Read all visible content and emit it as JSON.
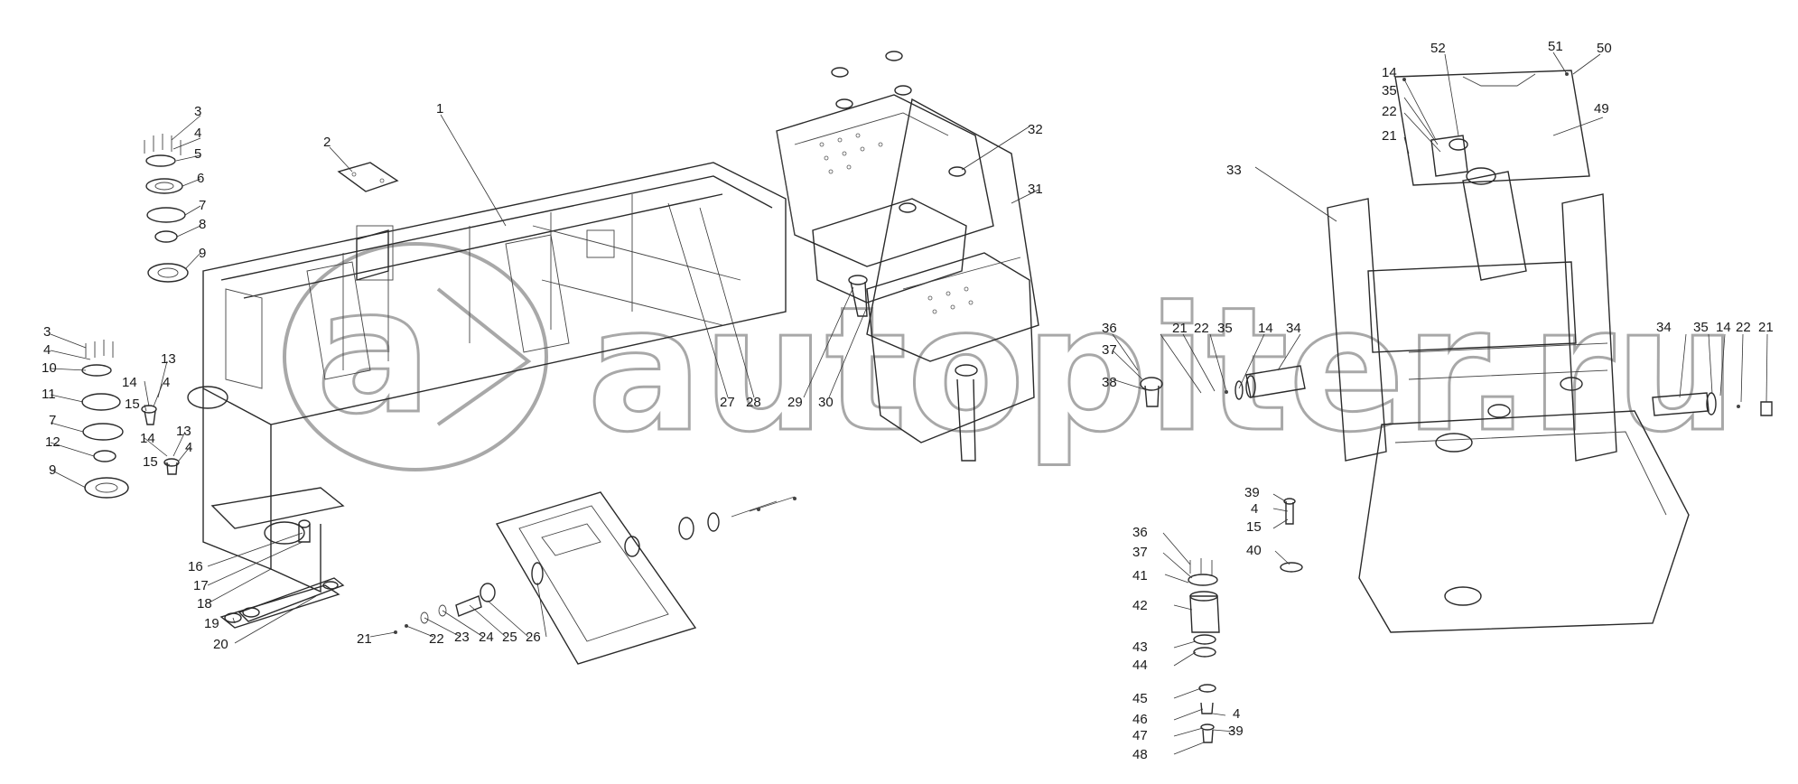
{
  "watermark": {
    "text": "autopiter.ru"
  },
  "callouts": [
    {
      "id": "c1",
      "label": "1"
    },
    {
      "id": "c2",
      "label": "2"
    },
    {
      "id": "c3a",
      "label": "3"
    },
    {
      "id": "c4a",
      "label": "4"
    },
    {
      "id": "c5",
      "label": "5"
    },
    {
      "id": "c6",
      "label": "6"
    },
    {
      "id": "c7a",
      "label": "7"
    },
    {
      "id": "c8",
      "label": "8"
    },
    {
      "id": "c9a",
      "label": "9"
    },
    {
      "id": "c3b",
      "label": "3"
    },
    {
      "id": "c4b",
      "label": "4"
    },
    {
      "id": "c10",
      "label": "10"
    },
    {
      "id": "c11",
      "label": "11"
    },
    {
      "id": "c7b",
      "label": "7"
    },
    {
      "id": "c12",
      "label": "12"
    },
    {
      "id": "c9b",
      "label": "9"
    },
    {
      "id": "c13a",
      "label": "13"
    },
    {
      "id": "c14a",
      "label": "14"
    },
    {
      "id": "c4c",
      "label": "4"
    },
    {
      "id": "c15a",
      "label": "15"
    },
    {
      "id": "c14b",
      "label": "14"
    },
    {
      "id": "c13b",
      "label": "13"
    },
    {
      "id": "c4d",
      "label": "4"
    },
    {
      "id": "c15b",
      "label": "15"
    },
    {
      "id": "c16",
      "label": "16"
    },
    {
      "id": "c17",
      "label": "17"
    },
    {
      "id": "c18",
      "label": "18"
    },
    {
      "id": "c19",
      "label": "19"
    },
    {
      "id": "c20",
      "label": "20"
    },
    {
      "id": "c21a",
      "label": "21"
    },
    {
      "id": "c22a",
      "label": "22"
    },
    {
      "id": "c23",
      "label": "23"
    },
    {
      "id": "c24",
      "label": "24"
    },
    {
      "id": "c25",
      "label": "25"
    },
    {
      "id": "c26",
      "label": "26"
    },
    {
      "id": "c27",
      "label": "27"
    },
    {
      "id": "c28",
      "label": "28"
    },
    {
      "id": "c29",
      "label": "29"
    },
    {
      "id": "c30",
      "label": "30"
    },
    {
      "id": "c31",
      "label": "31"
    },
    {
      "id": "c32",
      "label": "32"
    },
    {
      "id": "c33",
      "label": "33"
    },
    {
      "id": "c36a",
      "label": "36"
    },
    {
      "id": "c37a",
      "label": "37"
    },
    {
      "id": "c38",
      "label": "38"
    },
    {
      "id": "c21b",
      "label": "21"
    },
    {
      "id": "c22b",
      "label": "22"
    },
    {
      "id": "c35a",
      "label": "35"
    },
    {
      "id": "c14c",
      "label": "14"
    },
    {
      "id": "c34a",
      "label": "34"
    },
    {
      "id": "c39a",
      "label": "39"
    },
    {
      "id": "c4e",
      "label": "4"
    },
    {
      "id": "c15c",
      "label": "15"
    },
    {
      "id": "c40",
      "label": "40"
    },
    {
      "id": "c36b",
      "label": "36"
    },
    {
      "id": "c37b",
      "label": "37"
    },
    {
      "id": "c41",
      "label": "41"
    },
    {
      "id": "c42",
      "label": "42"
    },
    {
      "id": "c43",
      "label": "43"
    },
    {
      "id": "c44",
      "label": "44"
    },
    {
      "id": "c45",
      "label": "45"
    },
    {
      "id": "c46",
      "label": "46"
    },
    {
      "id": "c4f",
      "label": "4"
    },
    {
      "id": "c47",
      "label": "47"
    },
    {
      "id": "c39b",
      "label": "39"
    },
    {
      "id": "c48",
      "label": "48"
    },
    {
      "id": "c14d",
      "label": "14"
    },
    {
      "id": "c35b",
      "label": "35"
    },
    {
      "id": "c22c",
      "label": "22"
    },
    {
      "id": "c21c",
      "label": "21"
    },
    {
      "id": "c52",
      "label": "52"
    },
    {
      "id": "c51",
      "label": "51"
    },
    {
      "id": "c50",
      "label": "50"
    },
    {
      "id": "c49",
      "label": "49"
    },
    {
      "id": "c34b",
      "label": "34"
    },
    {
      "id": "c35c",
      "label": "35"
    },
    {
      "id": "c14e",
      "label": "14"
    },
    {
      "id": "c22d",
      "label": "22"
    },
    {
      "id": "c21d",
      "label": "21"
    }
  ]
}
